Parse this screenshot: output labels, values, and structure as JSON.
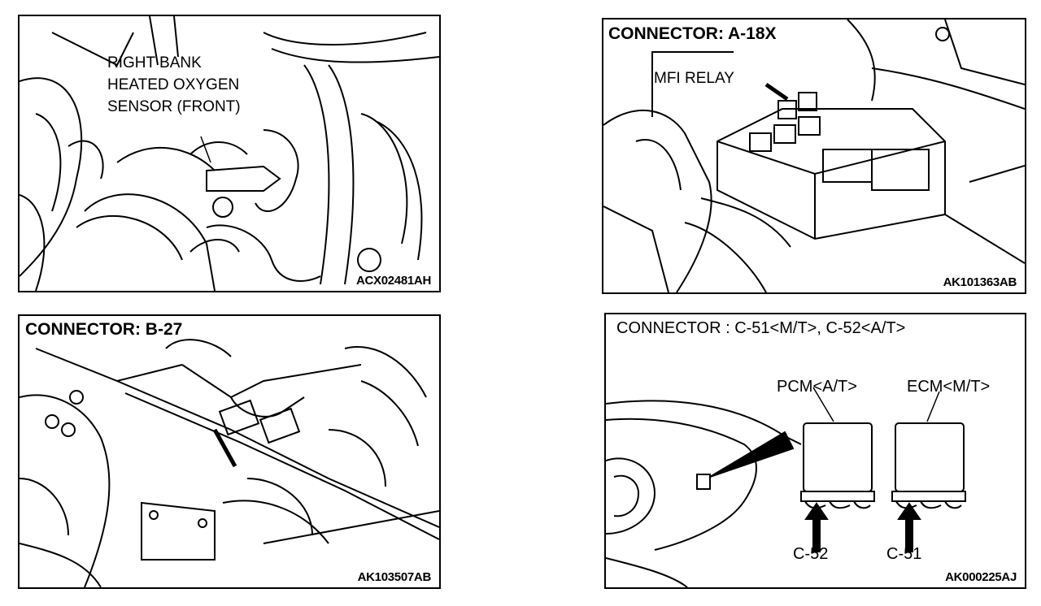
{
  "panels": {
    "oxygen_sensor": {
      "callout": [
        "RIGHT BANK",
        "HEATED OXYGEN",
        "SENSOR (FRONT)"
      ],
      "code": "ACX02481AH"
    },
    "connector_a18x": {
      "title": "CONNECTOR: A-18X",
      "relay_label": "MFI RELAY",
      "code": "AK101363AB"
    },
    "connector_b27": {
      "title": "CONNECTOR: B-27",
      "code": "AK103507AB"
    },
    "connector_c51_c52": {
      "title": "CONNECTOR : C-51<M/T>, C-52<A/T>",
      "pcm_label": "PCM<A/T>",
      "ecm_label": "ECM<M/T>",
      "c52_label": "C-52",
      "c51_label": "C-51",
      "code": "AK000225AJ"
    }
  }
}
